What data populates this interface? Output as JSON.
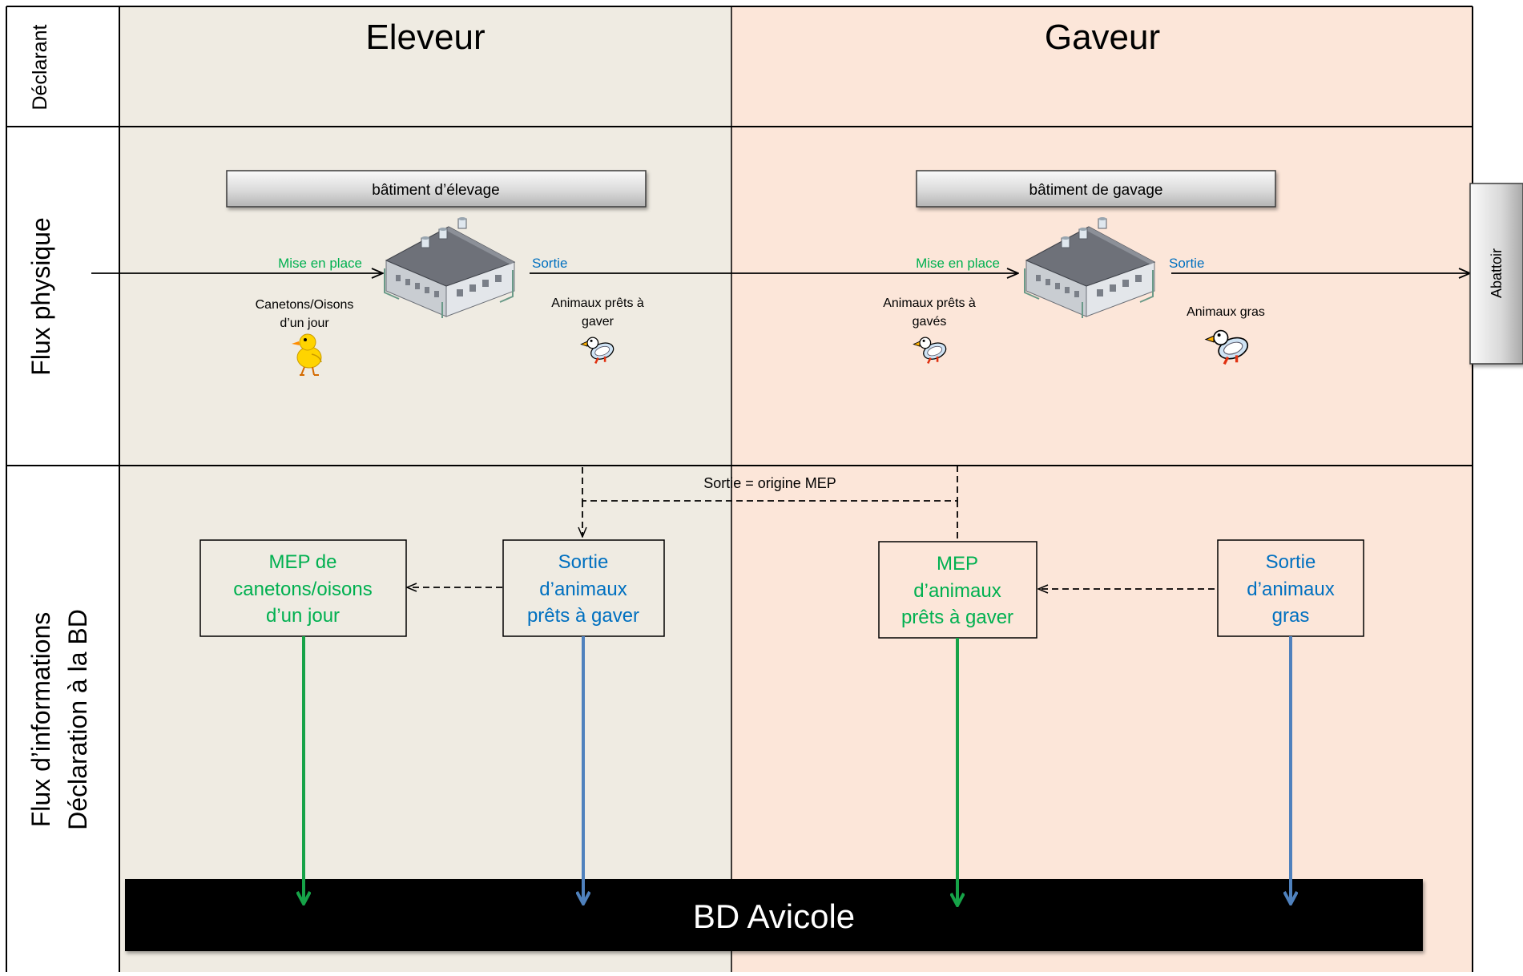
{
  "header": {
    "row_label": "Déclarant",
    "eleveur": "Eleveur",
    "gaveur": "Gaveur"
  },
  "flux_physique": {
    "row_label": "Flux physique",
    "batiment_elevage": "bâtiment d’élevage",
    "batiment_gavage": "bâtiment de gavage",
    "eleveur_mise_en_place": "Mise en place",
    "eleveur_sortie": "Sortie",
    "gaveur_mise_en_place": "Mise en place",
    "gaveur_sortie": "Sortie",
    "canetons_line1": "Canetons/Oisons",
    "canetons_line2": "d’un jour",
    "prets_eleveur_line1": "Animaux prêts à",
    "prets_eleveur_line2": "gaver",
    "prets_gaveur_line1": "Animaux prêts à",
    "prets_gaveur_line2": "gavés",
    "animaux_gras": "Animaux gras",
    "abattoir": "Abattoir"
  },
  "flux_informations": {
    "row_label_line1": "Flux d’informations",
    "row_label_line2": "Déclaration à la BD",
    "sortie_origine": "Sortie = origine MEP",
    "box_mep_canetons": [
      "MEP de",
      "canetons/oisons",
      "d’un jour"
    ],
    "box_sortie_prets": [
      "Sortie",
      "d’animaux",
      "prêts à gaver"
    ],
    "box_mep_prets": [
      "MEP",
      "d’animaux",
      "prêts à gaver"
    ],
    "box_sortie_gras": [
      "Sortie",
      "d’animaux",
      "gras"
    ],
    "database": "BD Avicole"
  },
  "colors": {
    "eleveur_bg": "#efebe2",
    "gaveur_bg": "#fce6d9",
    "mep_green": "#00b050",
    "sortie_blue": "#0070c0",
    "arrow_green": "#16a348",
    "arrow_blue": "#4f81bd",
    "database_bg": "#000000"
  },
  "icons": [
    "farm-building-icon",
    "chick-icon",
    "duck-icon"
  ]
}
